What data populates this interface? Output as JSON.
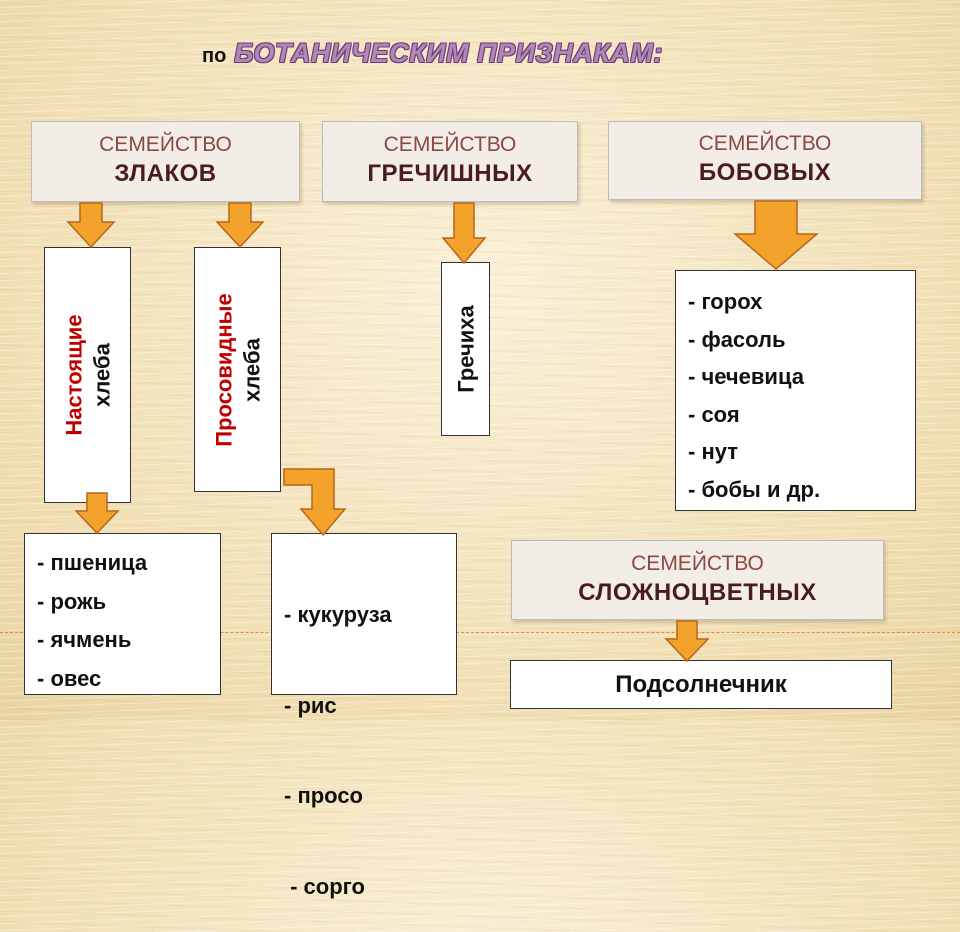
{
  "title": {
    "prefix": "по",
    "text": "БОТАНИЧЕСКИМ ПРИЗНАКАМ:"
  },
  "families": [
    {
      "line1": "СЕМЕЙСТВО",
      "line2": "ЗЛАКОВ"
    },
    {
      "line1": "СЕМЕЙСТВО",
      "line2": "ГРЕЧИШНЫХ"
    },
    {
      "line1": "СЕМЕЙСТВО",
      "line2": "БОБОВЫХ"
    },
    {
      "line1": "СЕМЕЙСТВО",
      "line2": "СЛОЖНОЦВЕТНЫХ"
    }
  ],
  "groups": {
    "true_breads": {
      "line1": "Настоящие",
      "line2": "хлеба"
    },
    "millet_breads": {
      "line1": "Просовидные",
      "line2": "хлеба"
    },
    "buckwheat": {
      "label": "Гречиха"
    }
  },
  "lists": {
    "true_breads": [
      "- пшеница",
      "- рожь",
      "- ячмень",
      "- овес"
    ],
    "millet_breads": [
      "- кукуруза",
      "- рис",
      "- просо",
      " - сорго"
    ],
    "legumes": [
      "- горох",
      "- фасоль",
      "- чечевица",
      "- соя",
      "- нут",
      "- бобы и др."
    ]
  },
  "composite_result": "Подсолнечник",
  "colors": {
    "arrow_fill": "#f3a22c",
    "arrow_stroke": "#b8651a",
    "title_fill": "#b286b8",
    "highlight_red": "#c00000"
  }
}
